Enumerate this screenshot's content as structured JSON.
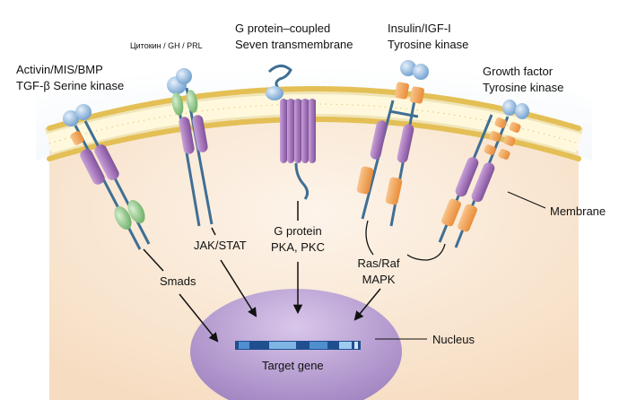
{
  "receptors": {
    "serine_kinase": {
      "line1": "Activin/MIS/BMP",
      "line2": "TGF-β Serine kinase"
    },
    "cytokine": {
      "line1": "Цитокин / GH / PRL"
    },
    "gpcr": {
      "line1": "G protein–coupled",
      "line2": "Seven transmembrane"
    },
    "insulin": {
      "line1": "Insulin/IGF-I",
      "line2": "Tyrosine kinase"
    },
    "growth_factor": {
      "line1": "Growth factor",
      "line2": "Tyrosine kinase"
    }
  },
  "pathways": {
    "smads": "Smads",
    "jak_stat": "JAK/STAT",
    "g_protein": {
      "line1": "G protein",
      "line2": "PKA, PKC"
    },
    "ras_raf": {
      "line1": "Ras/Raf",
      "line2": "MAPK"
    }
  },
  "structures": {
    "membrane": "Membrane",
    "nucleus": "Nucleus",
    "target_gene": "Target gene"
  },
  "colors": {
    "receptor_purple": "#a777bd",
    "ligand_blue": "#8fb7dd",
    "kinase_orange": "#f4a85a",
    "jak_green": "#92c98b",
    "nucleus": "#a98dc6",
    "membrane_head": "#e8c96b",
    "cytoplasm": "#f9e6d2",
    "extracellular": "#d6e6f4",
    "dna_blue": "#2f6bb0"
  }
}
